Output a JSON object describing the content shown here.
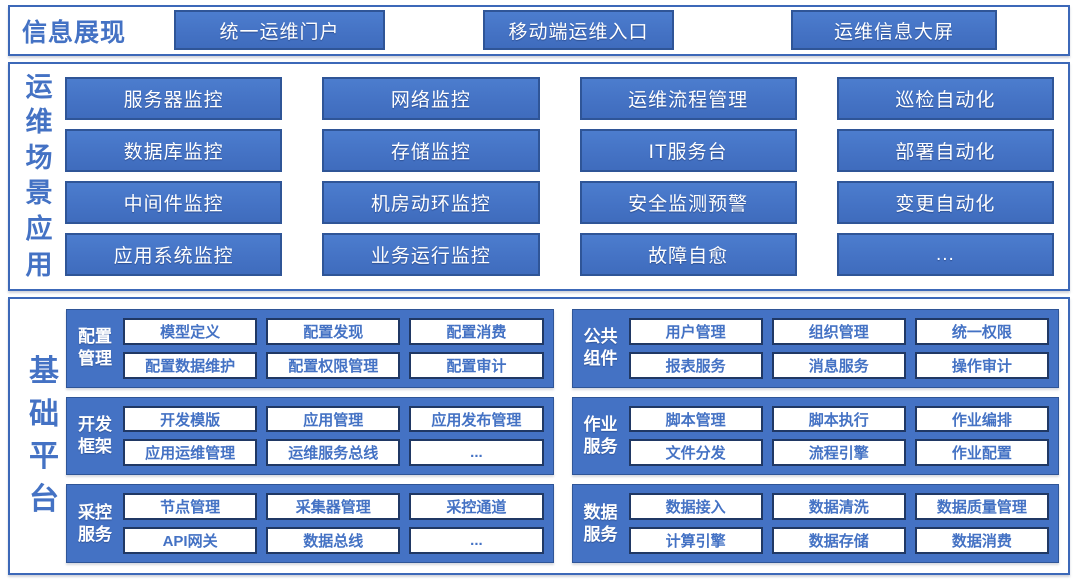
{
  "colors": {
    "tile_blue": "#4472C4",
    "tile_border": "#2F5597",
    "navy_border": "#203864",
    "section_border": "#3C68B8",
    "label_blue": "#4472C4",
    "white": "#FFFFFF"
  },
  "sections": {
    "display": {
      "label": "信息展现",
      "buttons": [
        "统一运维门户",
        "移动端运维入口",
        "运维信息大屏"
      ]
    },
    "scenarios": {
      "label": "运维场景应用",
      "columns": [
        [
          "服务器监控",
          "数据库监控",
          "中间件监控",
          "应用系统监控"
        ],
        [
          "网络监控",
          "存储监控",
          "机房动环监控",
          "业务运行监控"
        ],
        [
          "运维流程管理",
          "IT服务台",
          "安全监测预警",
          "故障自愈"
        ],
        [
          "巡检自动化",
          "部署自动化",
          "变更自动化",
          "..."
        ]
      ]
    },
    "platform": {
      "label": "基础平台",
      "groups": [
        {
          "label": "配置管理",
          "items": [
            "模型定义",
            "配置发现",
            "配置消费",
            "配置数据维护",
            "配置权限管理",
            "配置审计"
          ]
        },
        {
          "label": "公共组件",
          "items": [
            "用户管理",
            "组织管理",
            "统一权限",
            "报表服务",
            "消息服务",
            "操作审计"
          ]
        },
        {
          "label": "开发框架",
          "items": [
            "开发模版",
            "应用管理",
            "应用发布管理",
            "应用运维管理",
            "运维服务总线",
            "..."
          ]
        },
        {
          "label": "作业服务",
          "items": [
            "脚本管理",
            "脚本执行",
            "作业编排",
            "文件分发",
            "流程引擎",
            "作业配置"
          ]
        },
        {
          "label": "采控服务",
          "items": [
            "节点管理",
            "采集器管理",
            "采控通道",
            "API网关",
            "数据总线",
            "..."
          ]
        },
        {
          "label": "数据服务",
          "items": [
            "数据接入",
            "数据清洗",
            "数据质量管理",
            "计算引擎",
            "数据存储",
            "数据消费"
          ]
        }
      ]
    }
  }
}
